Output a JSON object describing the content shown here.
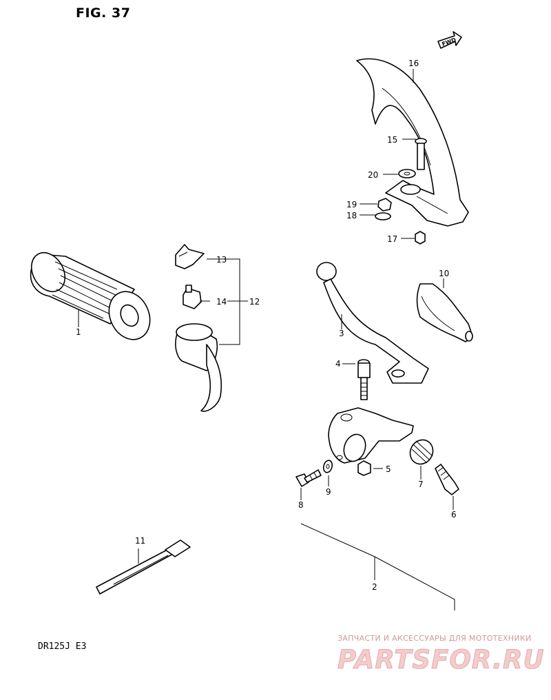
{
  "figure": {
    "title": "FIG. 37",
    "model_code": "DR125J  E3"
  },
  "arrow": {
    "label": "FWD"
  },
  "callouts": [
    {
      "id": "1",
      "label": "1"
    },
    {
      "id": "2",
      "label": "2"
    },
    {
      "id": "3",
      "label": "3"
    },
    {
      "id": "4",
      "label": "4"
    },
    {
      "id": "5",
      "label": "5"
    },
    {
      "id": "6",
      "label": "6"
    },
    {
      "id": "7",
      "label": "7"
    },
    {
      "id": "8",
      "label": "8"
    },
    {
      "id": "9",
      "label": "9"
    },
    {
      "id": "10",
      "label": "10"
    },
    {
      "id": "11",
      "label": "11"
    },
    {
      "id": "12",
      "label": "12"
    },
    {
      "id": "13",
      "label": "13"
    },
    {
      "id": "14",
      "label": "14"
    },
    {
      "id": "15",
      "label": "15"
    },
    {
      "id": "16",
      "label": "16"
    },
    {
      "id": "17",
      "label": "17"
    },
    {
      "id": "18",
      "label": "18"
    },
    {
      "id": "19",
      "label": "19"
    },
    {
      "id": "20",
      "label": "20"
    }
  ],
  "watermark": {
    "line": "ЗАПЧАСТИ И АКСЕССУАРЫ ДЛЯ МОТОТЕХНИКИ",
    "logo": "PARTSFOR.RU"
  }
}
